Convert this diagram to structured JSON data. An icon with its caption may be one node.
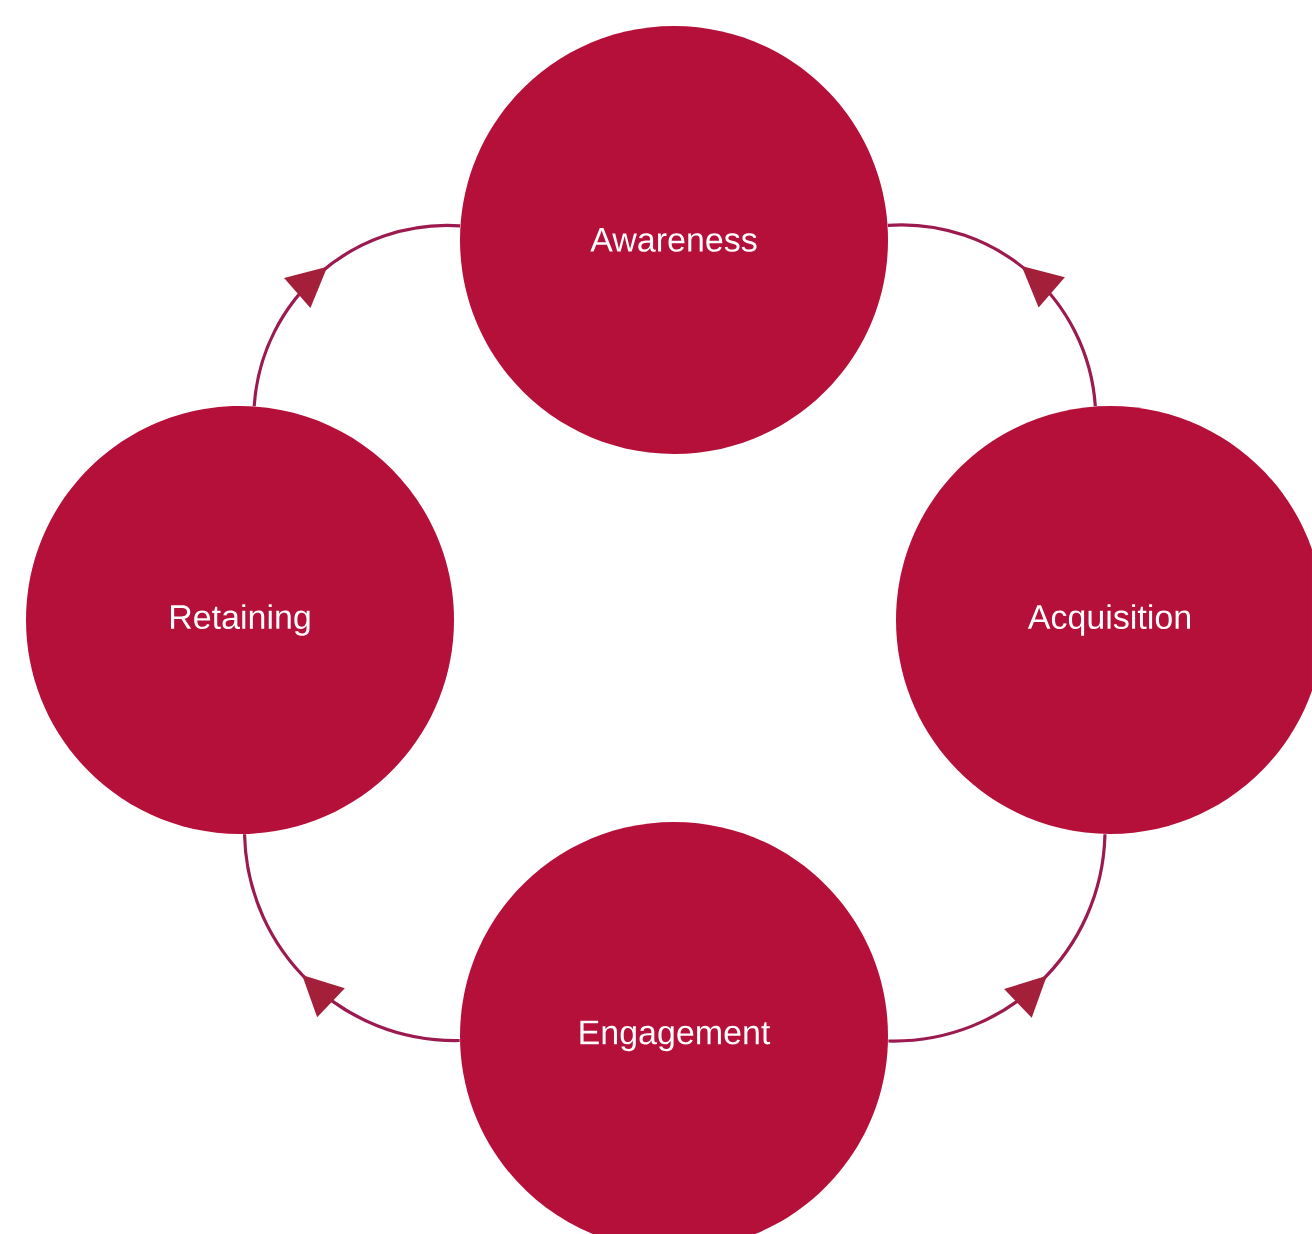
{
  "diagram": {
    "nodes": [
      {
        "text": [
          "Awareness"
        ]
      },
      {
        "text": [
          "Acquisition"
        ]
      },
      {
        "text": [
          "Engagement"
        ]
      },
      {
        "text": [
          "Retaining"
        ]
      }
    ],
    "edges": [
      {
        "from": 3,
        "to": 0,
        "arrow": "to"
      },
      {
        "from": 1,
        "to": 0,
        "arrow": "to"
      },
      {
        "from": 2,
        "to": 1,
        "arrow": "to"
      },
      {
        "from": 2,
        "to": 3,
        "arrow": "to"
      }
    ]
  }
}
